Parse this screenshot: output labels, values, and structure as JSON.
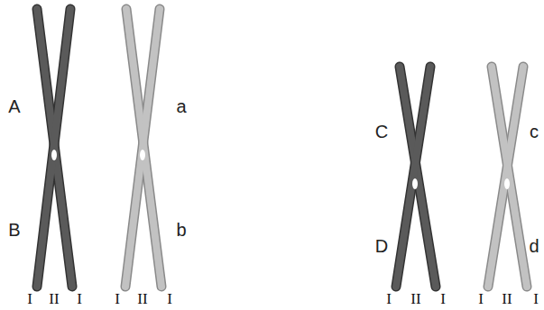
{
  "diagram": {
    "labels": [
      "A",
      "a",
      "B",
      "b",
      "C",
      "c",
      "D",
      "d",
      "I",
      "II",
      "I",
      "I",
      "II",
      "I",
      "I",
      "II",
      "I",
      "I",
      "II",
      "I"
    ]
  }
}
